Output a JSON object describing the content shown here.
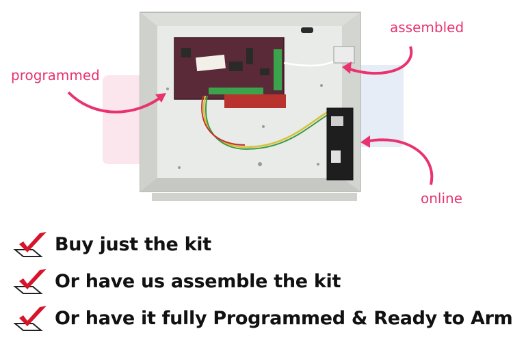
{
  "annotations": {
    "programmed": "programmed",
    "assembled": "assembled",
    "online": "online"
  },
  "checklist": [
    {
      "label": "Buy just the kit",
      "icon": "check-icon"
    },
    {
      "label": "Or have us assemble the kit",
      "icon": "check-icon"
    },
    {
      "label": "Or have it fully Programmed & Ready to Arm",
      "icon": "check-icon"
    }
  ],
  "colors": {
    "accent": "#e8336e",
    "check": "#d6152c",
    "text": "#111111",
    "enclosure": "#e6e7e4",
    "board": "#5a2a38"
  }
}
